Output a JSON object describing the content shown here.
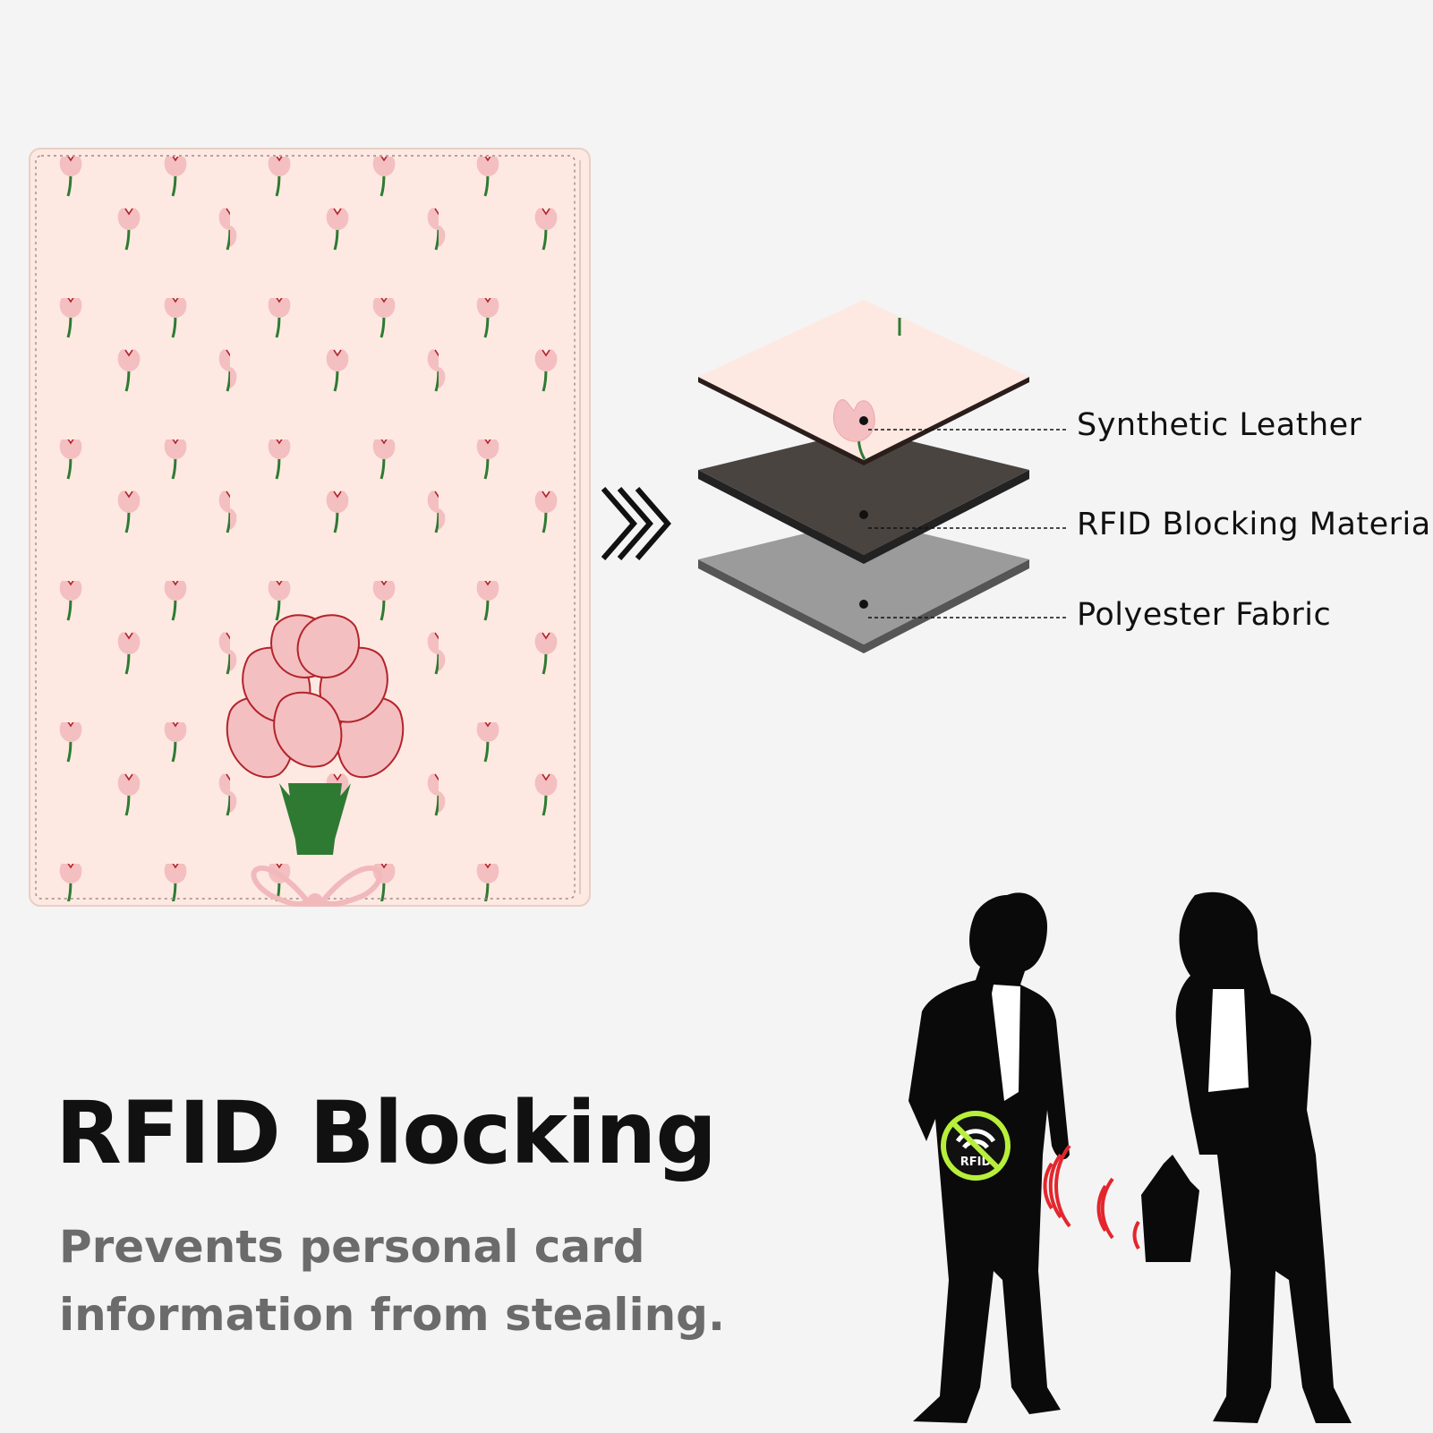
{
  "layers": {
    "synthetic_leather": "Synthetic Leather",
    "rfid_material": "RFID Blocking Material",
    "polyester_fabric": "Polyester Fabric"
  },
  "headline": "RFID Blocking",
  "subline": "Prevents personal card information from stealing.",
  "badge_text": "RFID",
  "colors": {
    "background": "#f4f4f4",
    "cover": "#fde9e2",
    "tulip": "#f4bfc1",
    "tulip_outline": "#b3232b",
    "stem": "#2f7a32",
    "rfid_layer": "#4a4441",
    "fabric_layer": "#9b9b9b",
    "signal": "#e3262d",
    "badge": "#b8ef3a"
  }
}
